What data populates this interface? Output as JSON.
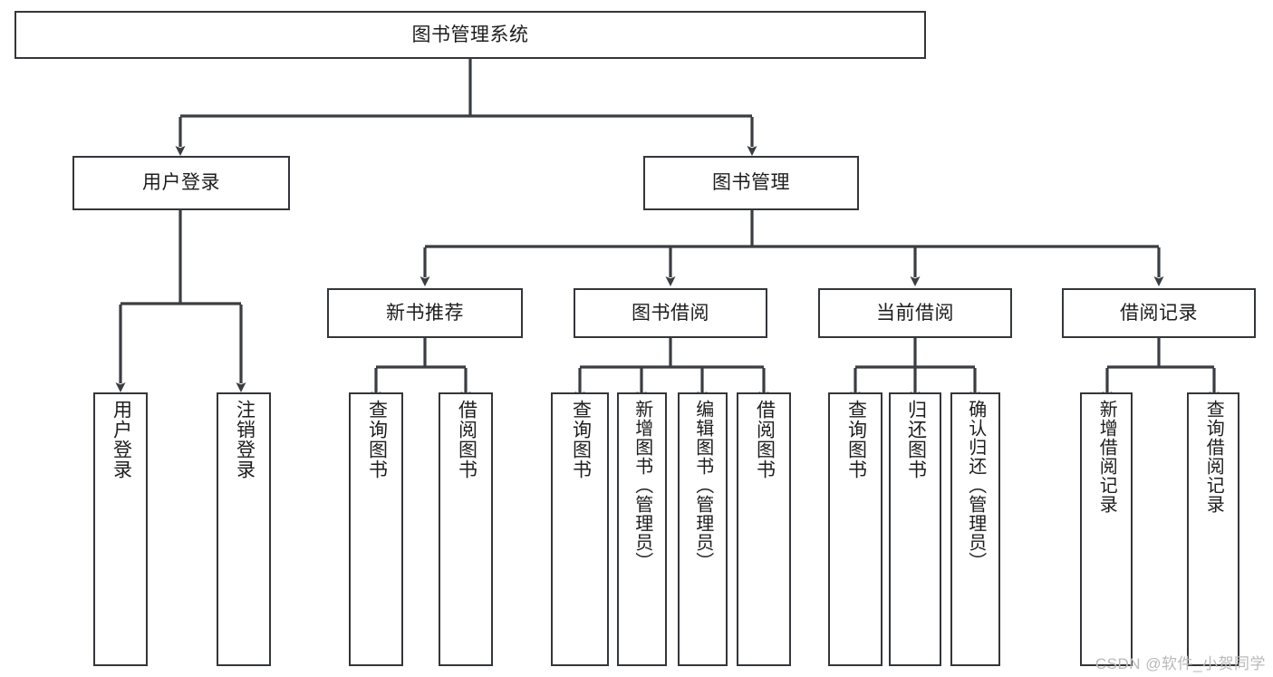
{
  "diagram": {
    "title": "图书管理系统",
    "type": "tree",
    "watermark": "CSDN @软件_小贺同学",
    "colors": {
      "box_stroke": "#33363a",
      "box_fill": "#ffffff",
      "connector": "#3a3d41",
      "text": "#1d1d1d",
      "watermark": "#b9b9b9",
      "background": "#ffffff"
    },
    "levels": {
      "root": {
        "label": "图书管理系统"
      },
      "level2": [
        {
          "id": "user-login",
          "label": "用户登录"
        },
        {
          "id": "book-management",
          "label": "图书管理"
        }
      ],
      "level3": [
        {
          "id": "new-book-recommend",
          "label": "新书推荐",
          "parent": "book-management"
        },
        {
          "id": "book-borrow",
          "label": "图书借阅",
          "parent": "book-management"
        },
        {
          "id": "current-borrow",
          "label": "当前借阅",
          "parent": "book-management"
        },
        {
          "id": "borrow-record",
          "label": "借阅记录",
          "parent": "book-management"
        }
      ],
      "leaves": {
        "user-login": [
          {
            "id": "leaf-user-login",
            "label": "用户登录"
          },
          {
            "id": "leaf-user-logout",
            "label": "注销登录"
          }
        ],
        "new-book-recommend": [
          {
            "id": "leaf-query-book-1",
            "label": "查询图书"
          },
          {
            "id": "leaf-borrow-book-1",
            "label": "借阅图书"
          }
        ],
        "book-borrow": [
          {
            "id": "leaf-query-book-2",
            "label": "查询图书"
          },
          {
            "id": "leaf-add-book",
            "label": "新增图书（管理员）"
          },
          {
            "id": "leaf-edit-book",
            "label": "编辑图书（管理员）"
          },
          {
            "id": "leaf-borrow-book-2",
            "label": "借阅图书"
          }
        ],
        "current-borrow": [
          {
            "id": "leaf-query-book-3",
            "label": "查询图书"
          },
          {
            "id": "leaf-return-book",
            "label": "归还图书"
          },
          {
            "id": "leaf-confirm-return",
            "label": "确认归还（管理员）"
          }
        ],
        "borrow-record": [
          {
            "id": "leaf-add-record",
            "label": "新增借阅记录"
          },
          {
            "id": "leaf-query-record",
            "label": "查询借阅记录"
          }
        ]
      }
    }
  }
}
